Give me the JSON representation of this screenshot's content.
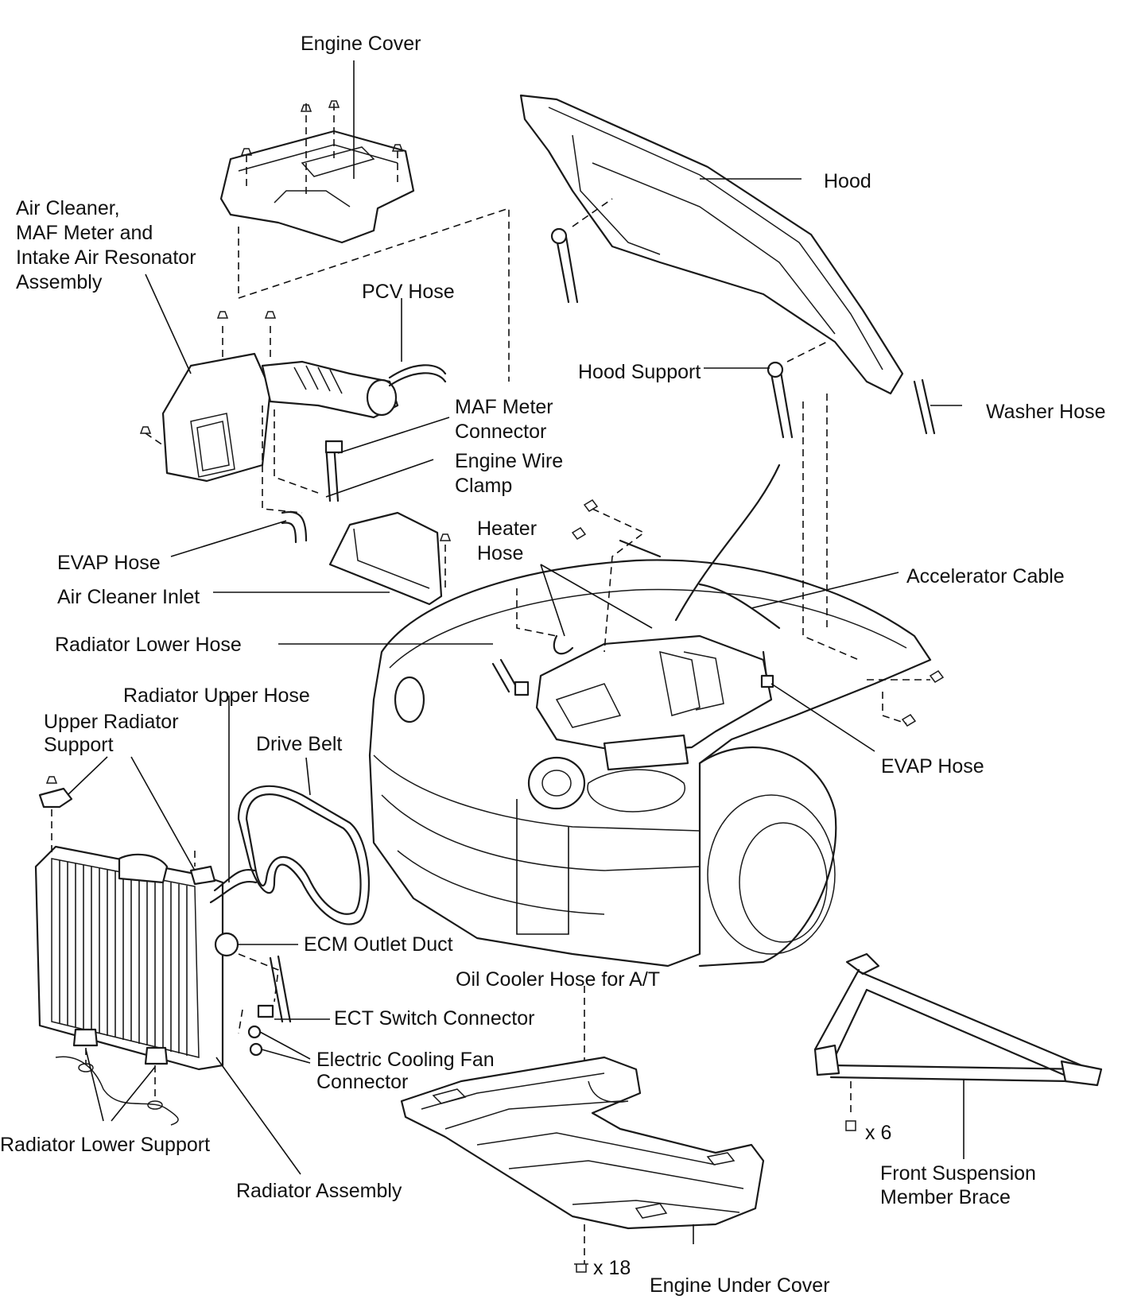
{
  "labels": {
    "engine_cover": "Engine Cover",
    "hood": "Hood",
    "air_cleaner_1": "Air Cleaner,",
    "air_cleaner_2": "MAF Meter and",
    "air_cleaner_3": "Intake Air Resonator",
    "air_cleaner_4": "Assembly",
    "pcv_hose": "PCV Hose",
    "hood_support": "Hood Support",
    "washer_hose": "Washer Hose",
    "maf_connector_1": "MAF Meter",
    "maf_connector_2": "Connector",
    "engine_wire_clamp_1": "Engine Wire",
    "engine_wire_clamp_2": "Clamp",
    "heater_hose_1": "Heater",
    "heater_hose_2": "Hose",
    "evap_hose_left": "EVAP Hose",
    "accelerator_cable": "Accelerator Cable",
    "air_cleaner_inlet": "Air Cleaner Inlet",
    "radiator_lower_hose": "Radiator Lower Hose",
    "radiator_upper_hose": "Radiator Upper Hose",
    "upper_radiator_support_1": "Upper Radiator",
    "upper_radiator_support_2": "Support",
    "drive_belt": "Drive Belt",
    "evap_hose_right": "EVAP Hose",
    "ecm_outlet_duct": "ECM Outlet Duct",
    "oil_cooler_hose": "Oil Cooler Hose for A/T",
    "ect_switch_connector": "ECT Switch Connector",
    "cooling_fan_connector_1": "Electric Cooling Fan",
    "cooling_fan_connector_2": "Connector",
    "radiator_lower_support": "Radiator Lower Support",
    "radiator_assembly": "Radiator Assembly",
    "front_suspension_brace_1": "Front  Suspension",
    "front_suspension_brace_2": "Member Brace",
    "bolt_count_brace": "x 6",
    "bolt_count_cover": "x 18",
    "engine_under_cover": "Engine Under Cover"
  }
}
